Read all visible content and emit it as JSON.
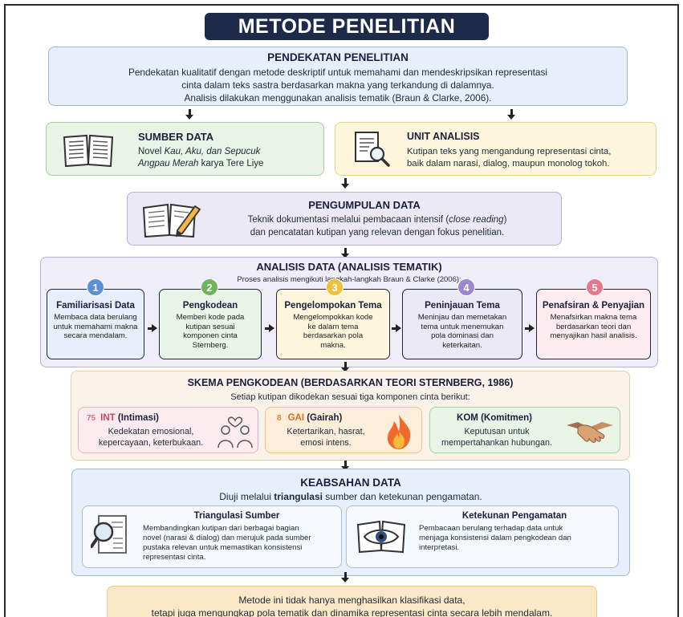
{
  "title": "METODE PENELITIAN",
  "pendekatan": {
    "heading": "PENDEKATAN PENELITIAN",
    "line1": "Pendekatan kualitatif dengan metode deskriptif untuk memahami dan mendeskripsikan representasi",
    "line2": "cinta dalam teks sastra berdasarkan makna yang terkandung di dalamnya.",
    "line3": "Analisis dilakukan menggunakan analisis tematik (Braun & Clarke, 2006)."
  },
  "sumber": {
    "heading": "SUMBER DATA",
    "pre": "Novel ",
    "italic1": "Kau, Aku, dan Sepucuk",
    "italic2": "Angpau Merah",
    "post": " karya Tere Liye",
    "icon": "book-icon"
  },
  "unit": {
    "heading": "UNIT ANALISIS",
    "line1": "Kutipan teks yang mengandung representasi cinta,",
    "line2": "baik dalam narasi, dialog, maupun monolog tokoh.",
    "icon": "document-search-icon"
  },
  "pengumpulan": {
    "heading": "PENGUMPULAN DATA",
    "line1_pre": "Teknik dokumentasi melalui pembacaan intensif (",
    "line1_italic": "close reading",
    "line1_post": ")",
    "line2": "dan pencatatan kutipan yang relevan dengan fokus penelitian.",
    "icon": "book-pencil-icon"
  },
  "analisis": {
    "heading": "ANALISIS DATA (ANALISIS TEMATIK)",
    "sub": "Proses analisis mengikuti langkah-langkah Braun & Clarke (2006):",
    "steps": [
      {
        "num": "1",
        "title": "Familiarisasi Data",
        "desc": "Membaca data berulang untuk memahami makna secara mendalam.",
        "color": "#5b8fd6"
      },
      {
        "num": "2",
        "title": "Pengkodean",
        "desc": "Memberi kode pada kutipan sesuai komponen cinta Sternberg.",
        "color": "#6fb35c"
      },
      {
        "num": "3",
        "title": "Pengelompokan Tema",
        "desc": "Mengelompokkan kode ke dalam tema berdasarkan pola makna.",
        "color": "#f0c23a"
      },
      {
        "num": "4",
        "title": "Peninjauan Tema",
        "desc": "Meninjau dan memetakan tema untuk menemukan pola dominasi dan keterkaitan.",
        "color": "#9b86cf"
      },
      {
        "num": "5",
        "title": "Penafsiran & Penyajian",
        "desc": "Menafsirkan makna tema berdasarkan teori dan menyajikan hasil analisis.",
        "color": "#e5788c"
      }
    ]
  },
  "skema": {
    "heading": "SKEMA PENGKODEAN (BERDASARKAN TEORI STERNBERG, 1986)",
    "sub": "Setiap kutipan dikodekan sesuai tiga komponen cinta berikut:",
    "items": [
      {
        "code": "INT",
        "name": "(Intimasi)",
        "desc": "Kedekatan emosional, kepercayaan, keterbukaan.",
        "prefix": "75",
        "icon": "couple-heart-icon"
      },
      {
        "code": "GAI",
        "name": "(Gairah)",
        "desc": "Ketertarikan, hasrat, emosi intens.",
        "prefix": "8",
        "icon": "flame-icon"
      },
      {
        "code": "KOM",
        "name": "(Komitmen)",
        "desc": "Keputusan untuk mempertahankan hubungan.",
        "prefix": "",
        "icon": "handshake-icon"
      }
    ]
  },
  "keabsahan": {
    "heading": "KEABSAHAN DATA",
    "sub_pre": "Diuji melalui ",
    "sub_bold": "triangulasi",
    "sub_post": " sumber dan ketekunan pengamatan.",
    "tri_title": "Triangulasi Sumber",
    "tri_desc": "Membandingkan kutipan dari berbagai bagian novel (narasi & dialog) dan merujuk pada sumber pustaka relevan untuk memastikan konsistensi representasi cinta.",
    "tek_title": "Ketekunan Pengamatan",
    "tek_desc": "Pembacaan berulang terhadap data untuk menjaga konsistensi dalam pengkodean dan interpretasi."
  },
  "kesimpulan": {
    "line1": "Metode ini tidak hanya menghasilkan klasifikasi data,",
    "line2": "tetapi juga mengungkap pola tematik dan dinamika representasi cinta secara lebih mendalam."
  }
}
